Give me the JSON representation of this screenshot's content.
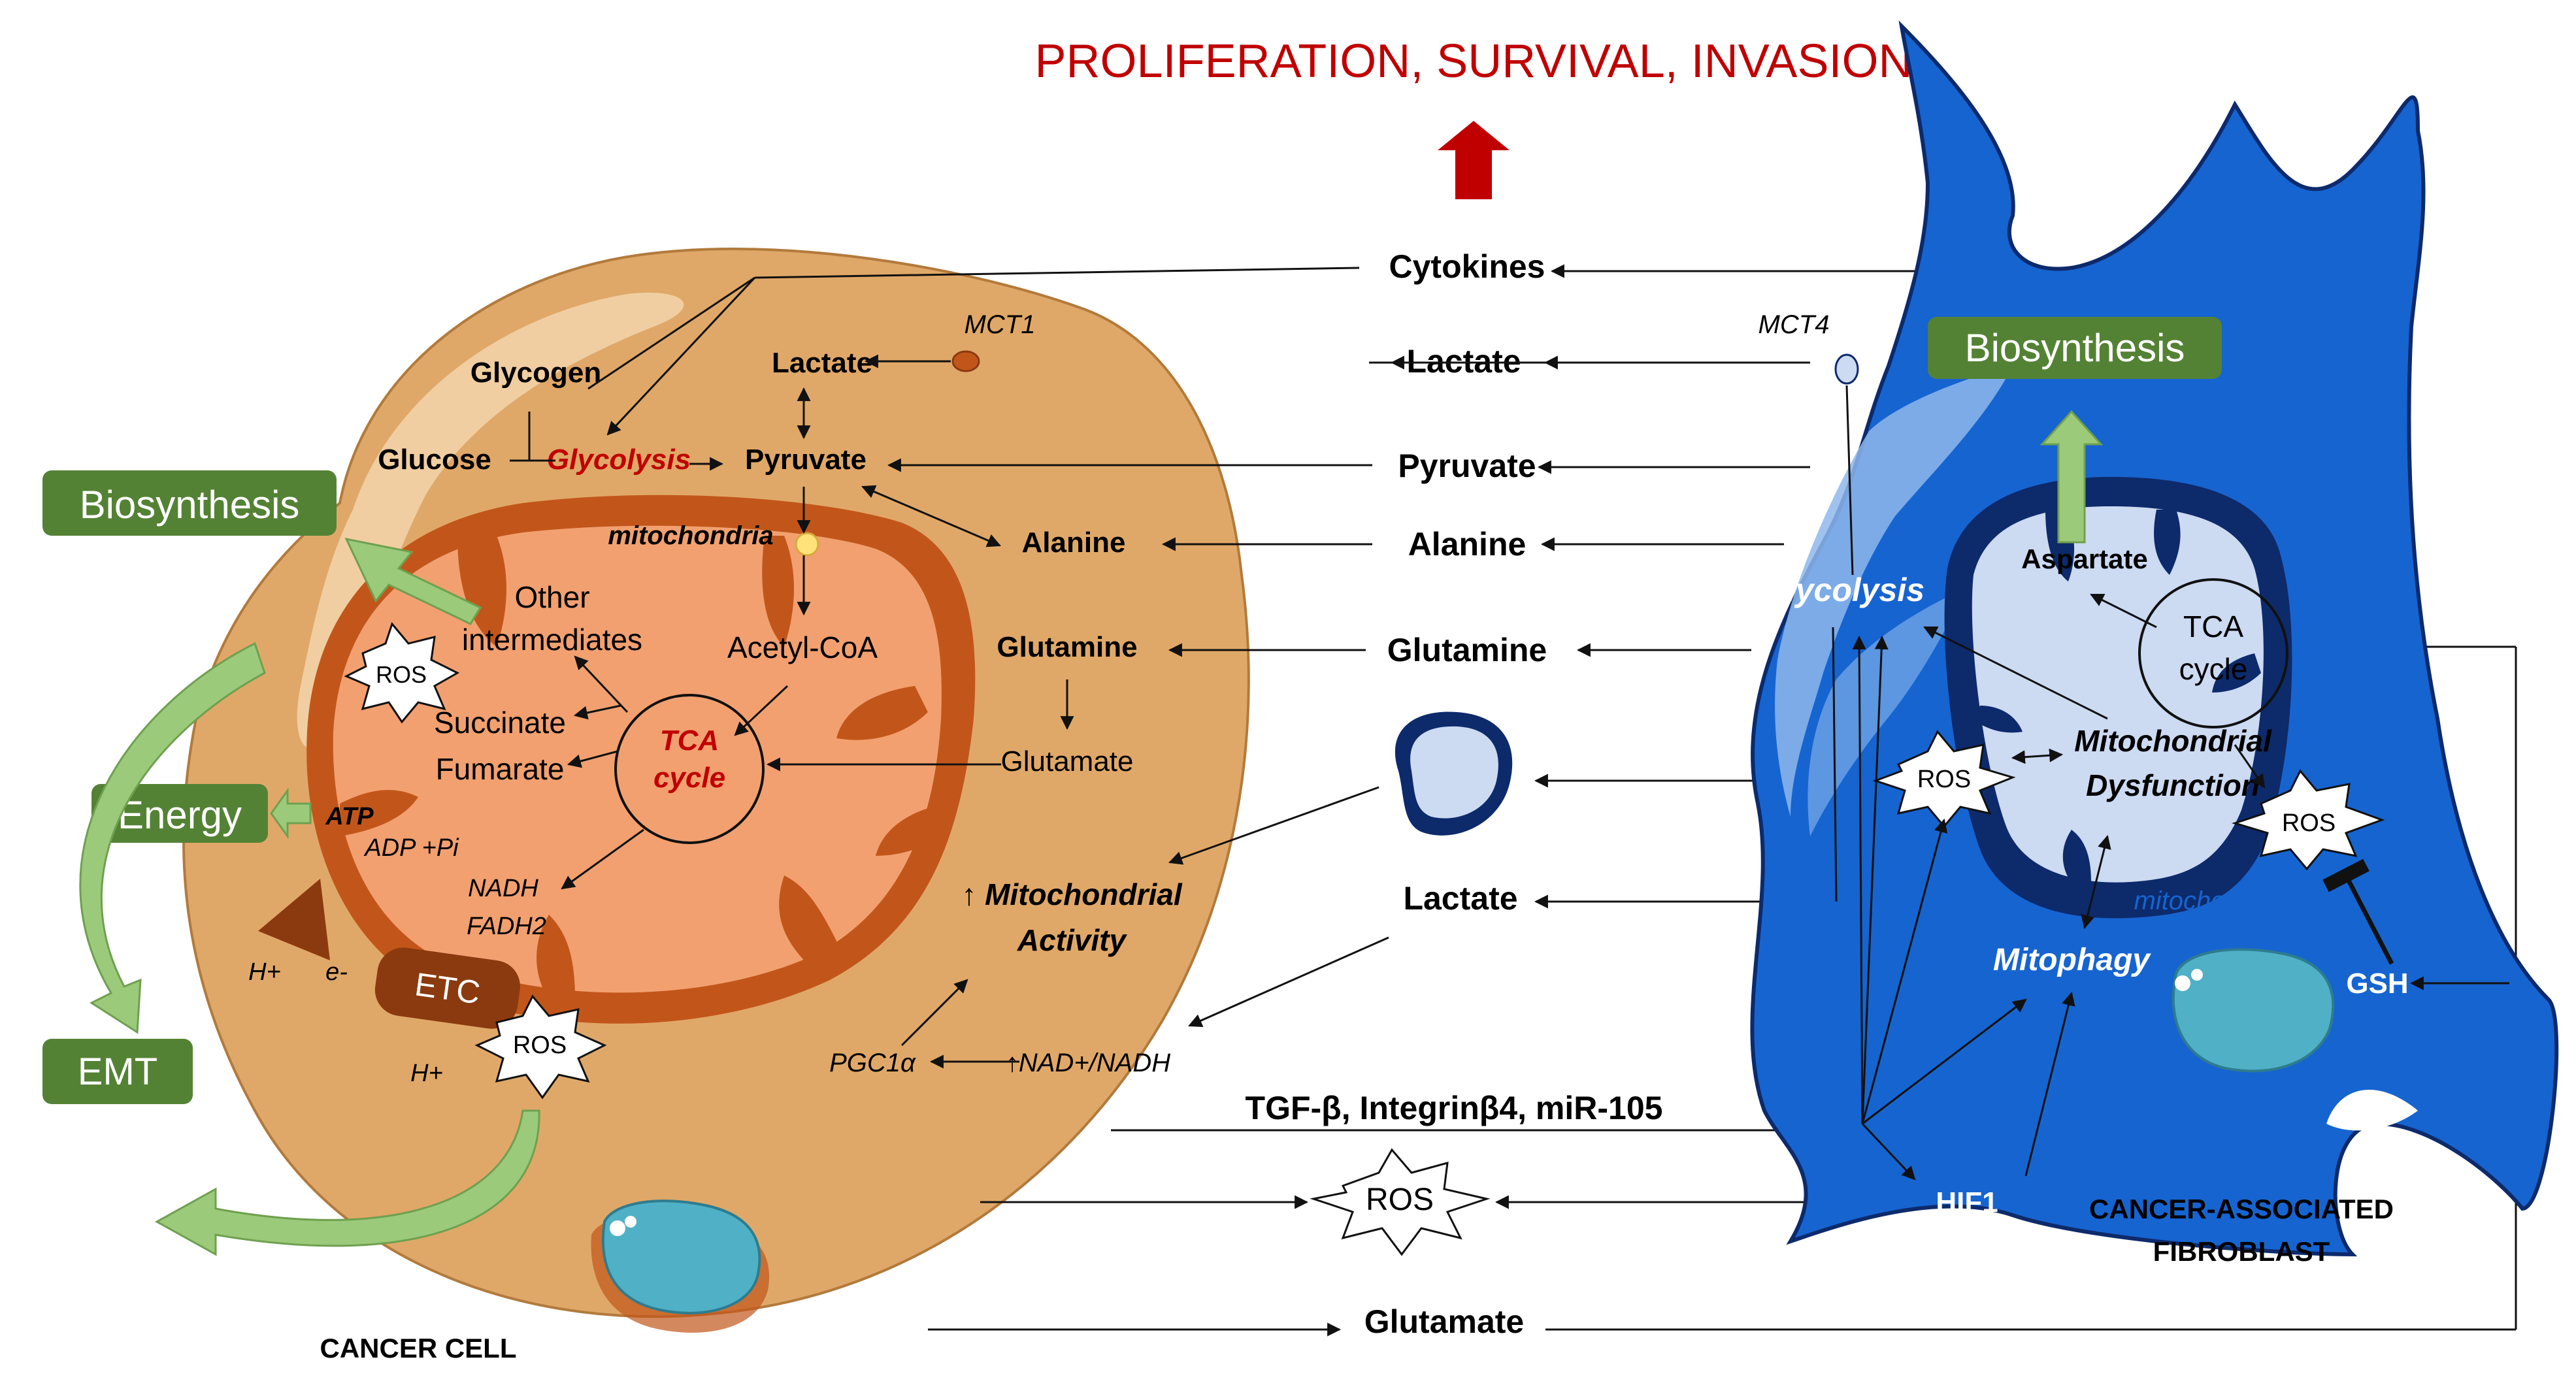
{
  "header": {
    "title": "PROLIFERATION, SURVIVAL, INVASION"
  },
  "colors": {
    "title_red": "#C00000",
    "cell_fill": "#E0A868",
    "mito_dark": "#C2561A",
    "mito_inner": "#F2A070",
    "green": "#548235",
    "fibroblast_blue": "#1664D0",
    "fibroblast_dark": "#0D2A6B",
    "fib_mito_fill": "#CCDAF2"
  },
  "cancer_cell": {
    "label": "CANCER CELL",
    "glycogen": "Glycogen",
    "glucose": "Glucose",
    "glycolysis": "Glycolysis",
    "lactate": "Lactate",
    "pyruvate": "Pyruvate",
    "alanine": "Alanine",
    "glutamine": "Glutamine",
    "glutamate": "Glutamate",
    "mct1": "MCT1",
    "mitochondria": "mitochondria",
    "acetyl_coa": "Acetyl-CoA",
    "other_intermediates": [
      "Other",
      "intermediates"
    ],
    "succinate": "Succinate",
    "fumarate": "Fumarate",
    "tca": [
      "TCA",
      "cycle"
    ],
    "ros": "ROS",
    "atp": "ATP",
    "adp_pi": "ADP +Pi",
    "nadh": "NADH",
    "fadh2": "FADH2",
    "h_plus": "H+",
    "e_minus": "e-",
    "etc": "ETC",
    "mito_activity": [
      "↑ Mitochondrial",
      "Activity"
    ],
    "pgc1a": "PGC1α",
    "nad_ratio": "↑NAD+/NADH",
    "biosynthesis": "Biosynthesis",
    "energy": "Energy",
    "emt": "EMT"
  },
  "center": {
    "cytokines": "Cytokines",
    "lactate_top": "Lactate",
    "pyruvate": "Pyruvate",
    "alanine": "Alanine",
    "glutamine": "Glutamine",
    "lactate_bottom": "Lactate",
    "tgf_line": "TGF-β, Integrinβ4, miR-105",
    "ros": "ROS",
    "glutamate": "Glutamate"
  },
  "fibroblast": {
    "label": [
      "CANCER-ASSOCIATED",
      "FIBROBLAST"
    ],
    "mct4": "MCT4",
    "biosynthesis": "Biosynthesis",
    "glycolysis": "Glycolysis",
    "aspartate": "Aspartate",
    "tca": [
      "TCA",
      "cycle"
    ],
    "dysfunction": [
      "Mitochondrial",
      "Dysfunction"
    ],
    "ros_left": "ROS",
    "ros_right": "ROS",
    "mitochondria": "mitochondria",
    "mitophagy": "Mitophagy",
    "gsh": "GSH",
    "hif1": "HIF1"
  }
}
